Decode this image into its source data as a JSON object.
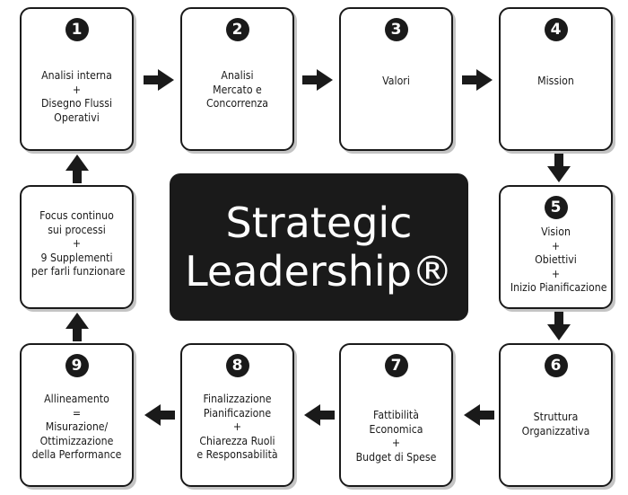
{
  "center_title": {
    "line1": "Strategic",
    "line2": "Leadership®"
  },
  "steps": [
    {
      "number": "1",
      "lines": [
        "Analisi interna",
        "+",
        "Disegno Flussi",
        "Operativi"
      ]
    },
    {
      "number": "2",
      "lines": [
        "Analisi",
        "Mercato e",
        "Concorrenza"
      ]
    },
    {
      "number": "3",
      "lines": [
        "Valori"
      ]
    },
    {
      "number": "4",
      "lines": [
        "Mission"
      ]
    },
    {
      "number": "5",
      "lines": [
        "Vision",
        "+",
        "Obiettivi",
        "+",
        "Inizio Pianificazione"
      ]
    },
    {
      "number": "6",
      "lines": [
        "Struttura",
        "Organizzativa"
      ]
    },
    {
      "number": "7",
      "lines": [
        "Fattibilità",
        "Economica",
        "+",
        "Budget di Spese"
      ]
    },
    {
      "number": "8",
      "lines": [
        "Finalizzazione",
        "Pianificazione",
        "+",
        "Chiarezza Ruoli",
        "e Responsabilità"
      ]
    },
    {
      "number": "9",
      "lines": [
        "Allineamento",
        "=",
        "Misurazione/",
        "Ottimizzazione",
        "della Performance"
      ]
    }
  ],
  "loop_box": {
    "lines": [
      "Focus continuo",
      "sui processi",
      "+",
      "9 Supplementi",
      "per farli funzionare"
    ]
  }
}
